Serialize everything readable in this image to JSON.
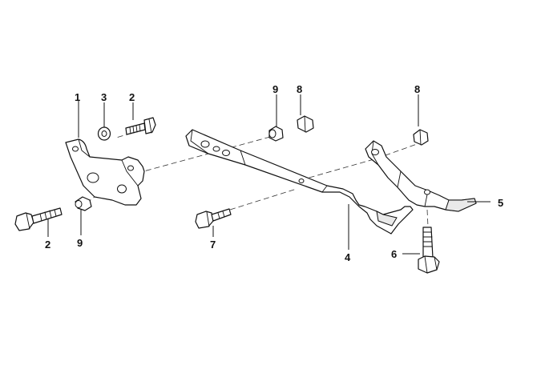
{
  "callouts": [
    {
      "id": "c1",
      "text": "1"
    },
    {
      "id": "c2a",
      "text": "2"
    },
    {
      "id": "c3",
      "text": "3"
    },
    {
      "id": "c2b",
      "text": "2"
    },
    {
      "id": "c9a",
      "text": "9"
    },
    {
      "id": "c9b",
      "text": "9"
    },
    {
      "id": "c8a",
      "text": "8"
    },
    {
      "id": "c8b",
      "text": "8"
    },
    {
      "id": "c7",
      "text": "7"
    },
    {
      "id": "c4",
      "text": "4"
    },
    {
      "id": "c5",
      "text": "5"
    },
    {
      "id": "c6",
      "text": "6"
    }
  ]
}
